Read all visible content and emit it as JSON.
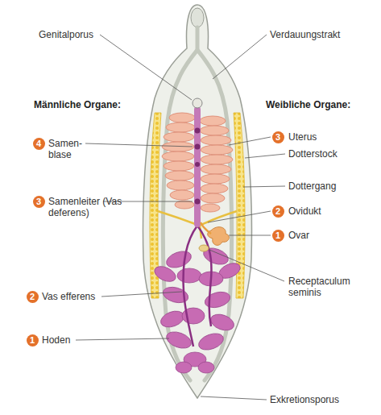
{
  "diagram": {
    "labels": [
      "Genitalporus",
      "Verdauungstrakt",
      "Männliche Organe:",
      "Weibliche Organe:",
      "4",
      "Samen- blase",
      "3",
      "Uterus",
      "Dotterstock",
      "Dottergang",
      "3",
      "Samenleiter (Vas deferens)",
      "2",
      "Ovidukt",
      "1",
      "Ovar",
      "Receptaculum seminis",
      "2",
      "Vas efferens",
      "1",
      "Hoden",
      "Exkretionsporus"
    ]
  }
}
